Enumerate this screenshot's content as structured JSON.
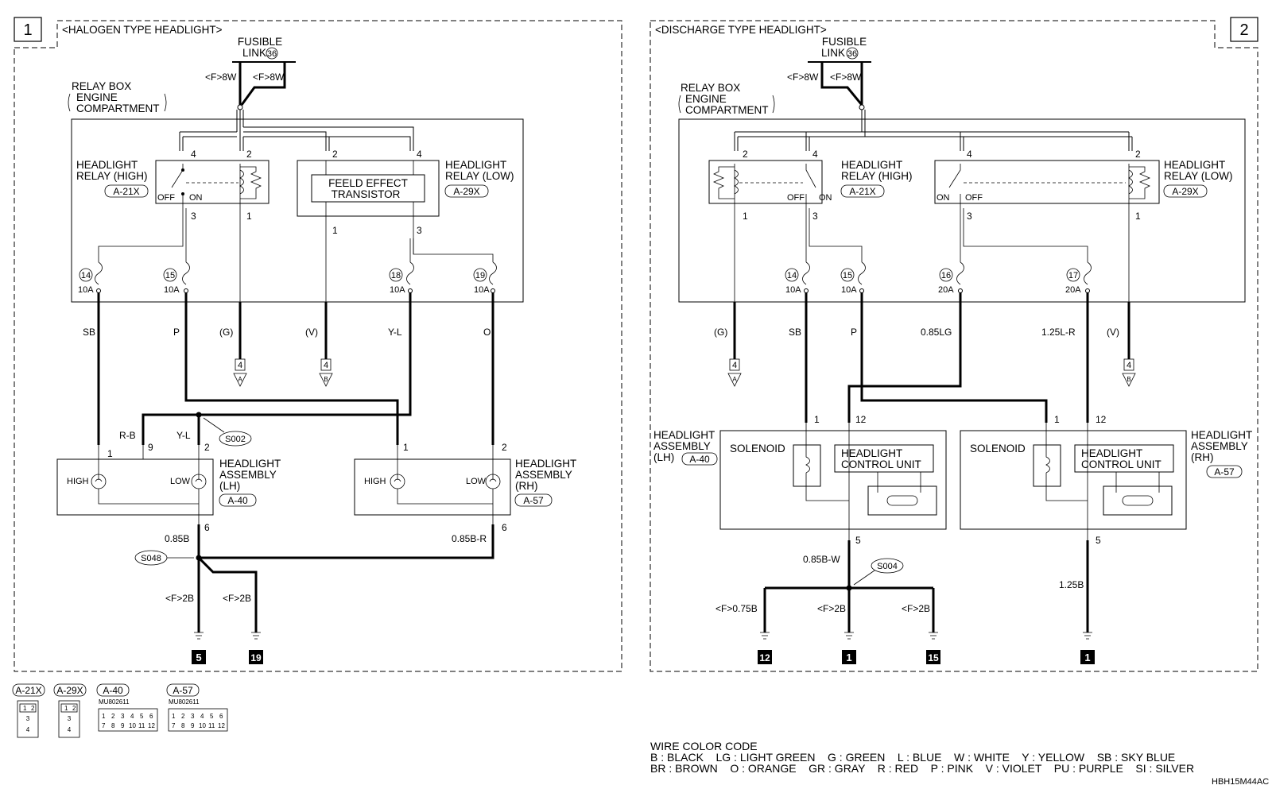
{
  "left": {
    "section_number": "1",
    "title": "<HALOGEN TYPE HEADLIGHT>",
    "fusible_link": {
      "line1": "FUSIBLE",
      "line2": "LINK",
      "number": "36",
      "wire_left": "<F>8W",
      "wire_right": "<F>8W"
    },
    "relay_box": {
      "line1": "RELAY BOX",
      "line2": "ENGINE",
      "line3": "COMPARTMENT"
    },
    "relay_high": {
      "line1": "HEADLIGHT",
      "line2": "RELAY (HIGH)",
      "code": "A-21X",
      "off": "OFF",
      "on": "ON",
      "pin_a": "4",
      "pin_b": "2",
      "pin_c": "3",
      "pin_d": "1"
    },
    "relay_low": {
      "line1": "HEADLIGHT",
      "line2": "RELAY (LOW)",
      "code": "A-29X",
      "pin_a": "2",
      "pin_b": "4",
      "pin_c": "1",
      "pin_d": "3"
    },
    "transistor": {
      "line1": "FEELD EFFECT",
      "line2": "TRANSISTOR"
    },
    "fuses": [
      {
        "num": "14",
        "rating": "10A"
      },
      {
        "num": "15",
        "rating": "10A"
      },
      {
        "num": "18",
        "rating": "10A"
      },
      {
        "num": "19",
        "rating": "10A"
      }
    ],
    "wires": {
      "sb": "SB",
      "p": "P",
      "g": "(G)",
      "v": "(V)",
      "yl": "Y-L",
      "o": "O",
      "rb": "R-B",
      "yl2": "Y-L",
      "b085": "0.85B",
      "b085r": "0.85B-R",
      "f2b_1": "<F>2B",
      "f2b_2": "<F>2B"
    },
    "connectors": {
      "a_num": "4",
      "a_letter": "A",
      "b_num": "4",
      "b_letter": "B"
    },
    "splices": {
      "s002": "S002",
      "s048": "S048"
    },
    "lh": {
      "line1": "HEADLIGHT",
      "line2": "ASSEMBLY",
      "line3": "(LH)",
      "code": "A-40",
      "high": "HIGH",
      "low": "LOW",
      "pin1": "1",
      "pin9": "9",
      "pin2": "2",
      "pin6": "6"
    },
    "rh": {
      "line1": "HEADLIGHT",
      "line2": "ASSEMBLY",
      "line3": "(RH)",
      "code": "A-57",
      "high": "HIGH",
      "low": "LOW",
      "pin1": "1",
      "pin2": "2",
      "pin6": "6"
    },
    "grounds": [
      "5",
      "19"
    ]
  },
  "right": {
    "section_number": "2",
    "title": "<DISCHARGE TYPE HEADLIGHT>",
    "fusible_link": {
      "line1": "FUSIBLE",
      "line2": "LINK",
      "number": "36",
      "wire_left": "<F>8W",
      "wire_right": "<F>8W"
    },
    "relay_box": {
      "line1": "RELAY BOX",
      "line2": "ENGINE",
      "line3": "COMPARTMENT"
    },
    "relay_high": {
      "line1": "HEADLIGHT",
      "line2": "RELAY (HIGH)",
      "code": "A-21X",
      "off": "OFF",
      "on": "ON",
      "pin_a": "2",
      "pin_b": "4",
      "pin_c": "1",
      "pin_d": "3"
    },
    "relay_low": {
      "line1": "HEADLIGHT",
      "line2": "RELAY (LOW)",
      "code": "A-29X",
      "on": "ON",
      "off": "OFF",
      "pin_a": "4",
      "pin_b": "2",
      "pin_c": "3",
      "pin_d": "1"
    },
    "fuses": [
      {
        "num": "14",
        "rating": "10A"
      },
      {
        "num": "15",
        "rating": "10A"
      },
      {
        "num": "16",
        "rating": "20A"
      },
      {
        "num": "17",
        "rating": "20A"
      }
    ],
    "wires": {
      "g": "(G)",
      "sb": "SB",
      "p": "P",
      "lg": "0.85LG",
      "lr": "1.25L-R",
      "v": "(V)",
      "bw": "0.85B-W",
      "b125": "1.25B",
      "f075b": "<F>0.75B",
      "f2b_1": "<F>2B",
      "f2b_2": "<F>2B"
    },
    "connectors": {
      "a_num": "4",
      "a_letter": "A",
      "b_num": "4",
      "b_letter": "B"
    },
    "splices": {
      "s004": "S004"
    },
    "lh": {
      "line1": "HEADLIGHT",
      "line2": "ASSEMBLY",
      "line3": "(LH)",
      "code": "A-40",
      "solenoid": "SOLENOID",
      "ctrl1": "HEADLIGHT",
      "ctrl2": "CONTROL UNIT",
      "pin1": "1",
      "pin12": "12",
      "pin5": "5"
    },
    "rh": {
      "line1": "HEADLIGHT",
      "line2": "ASSEMBLY",
      "line3": "(RH)",
      "code": "A-57",
      "solenoid": "SOLENOID",
      "ctrl1": "HEADLIGHT",
      "ctrl2": "CONTROL UNIT",
      "pin1": "1",
      "pin12": "12",
      "pin5": "5"
    },
    "grounds": [
      "12",
      "1",
      "15",
      "1"
    ]
  },
  "connector_views": [
    {
      "code": "A-21X",
      "part": "",
      "pins": [
        "1",
        "2",
        "3",
        "4"
      ]
    },
    {
      "code": "A-29X",
      "part": "",
      "pins": [
        "1",
        "2",
        "3",
        "4"
      ]
    },
    {
      "code": "A-40",
      "part": "MU802611",
      "pins": [
        "1",
        "2",
        "3",
        "4",
        "5",
        "6",
        "7",
        "8",
        "9",
        "10",
        "11",
        "12"
      ]
    },
    {
      "code": "A-57",
      "part": "MU802611",
      "pins": [
        "1",
        "2",
        "3",
        "4",
        "5",
        "6",
        "7",
        "8",
        "9",
        "10",
        "11",
        "12"
      ]
    }
  ],
  "wire_color_code": {
    "title": "WIRE COLOR CODE",
    "row1": "B : BLACK    LG : LIGHT GREEN    G : GREEN    L : BLUE    W : WHITE    Y : YELLOW    SB : SKY BLUE",
    "row2": "BR : BROWN    O : ORANGE    GR : GRAY    R : RED    P : PINK    V : VIOLET    PU : PURPLE    SI : SILVER"
  },
  "figure_code": "HBH15M44AC"
}
